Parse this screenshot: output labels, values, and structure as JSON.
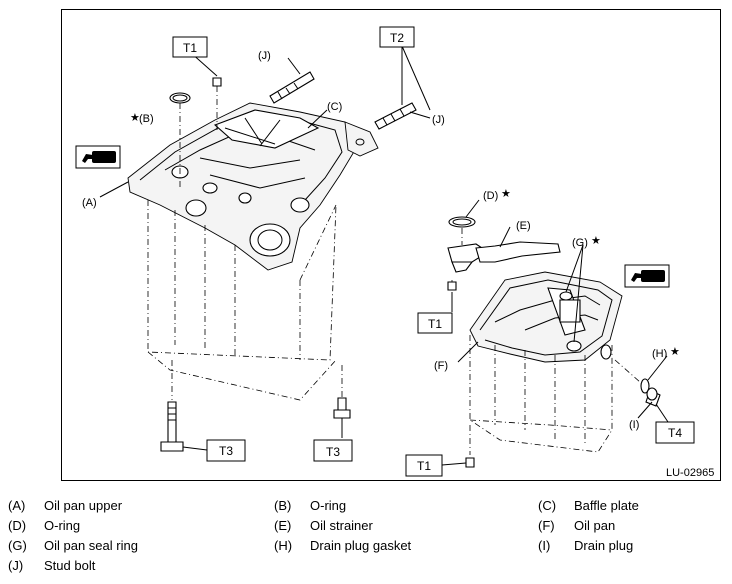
{
  "figure_id": "LU-02965",
  "callouts": {
    "A": "(A)",
    "B": "(B)",
    "C": "(C)",
    "D": "(D)",
    "E": "(E)",
    "F": "(F)",
    "G": "(G)",
    "H": "(H)",
    "I": "(I)",
    "J": "(J)"
  },
  "torque_boxes": {
    "t1": "T1",
    "t2": "T2",
    "t3": "T3",
    "t4": "T4"
  },
  "star_symbol": "★",
  "icons": [
    "sealant-tube-icon",
    "sealant-tube-icon"
  ],
  "legend": [
    {
      "code": "(A)",
      "name": "Oil pan upper"
    },
    {
      "code": "(B)",
      "name": "O-ring"
    },
    {
      "code": "(C)",
      "name": "Baffle plate"
    },
    {
      "code": "(D)",
      "name": "O-ring"
    },
    {
      "code": "(E)",
      "name": "Oil strainer"
    },
    {
      "code": "(F)",
      "name": "Oil pan"
    },
    {
      "code": "(G)",
      "name": "Oil pan seal ring"
    },
    {
      "code": "(H)",
      "name": "Drain plug gasket"
    },
    {
      "code": "(I)",
      "name": "Drain plug"
    },
    {
      "code": "(J)",
      "name": "Stud bolt"
    }
  ]
}
